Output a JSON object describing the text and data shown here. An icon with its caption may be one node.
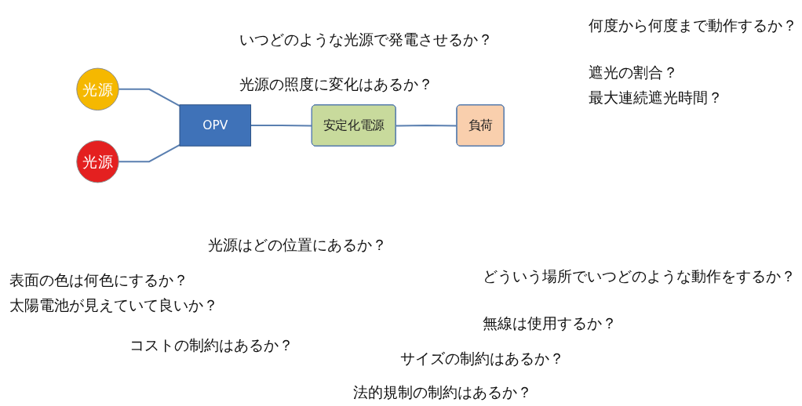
{
  "diagram": {
    "nodes": [
      {
        "text": [
          "光源"
        ]
      },
      {
        "text": [
          "光源"
        ]
      },
      {
        "text": [
          "OPV"
        ]
      },
      {
        "text": [
          "安定化電源"
        ]
      },
      {
        "text": [
          "負荷"
        ]
      }
    ],
    "edges": [
      {
        "from": 0,
        "to": 2,
        "arrow": "none"
      },
      {
        "from": 1,
        "to": 2,
        "arrow": "none"
      },
      {
        "from": 2,
        "to": 3,
        "arrow": "none"
      },
      {
        "from": 3,
        "to": 4,
        "arrow": "none"
      }
    ],
    "labels": [
      "いつどのような光源で発電させるか？",
      "光源の照度に変化はあるか？",
      "何度から何度まで動作するか？",
      "遮光の割合？",
      "最大連続遮光時間？",
      "光源はどの位置にあるか？",
      "表面の色は何色にするか？",
      "太陽電池が見えていて良いか？",
      "どういう場所でいつどのような動作をするか？",
      "無線は使用するか？",
      "コストの制約はあるか？",
      "サイズの制約はあるか？",
      "法的規制の制約はあるか？"
    ]
  }
}
